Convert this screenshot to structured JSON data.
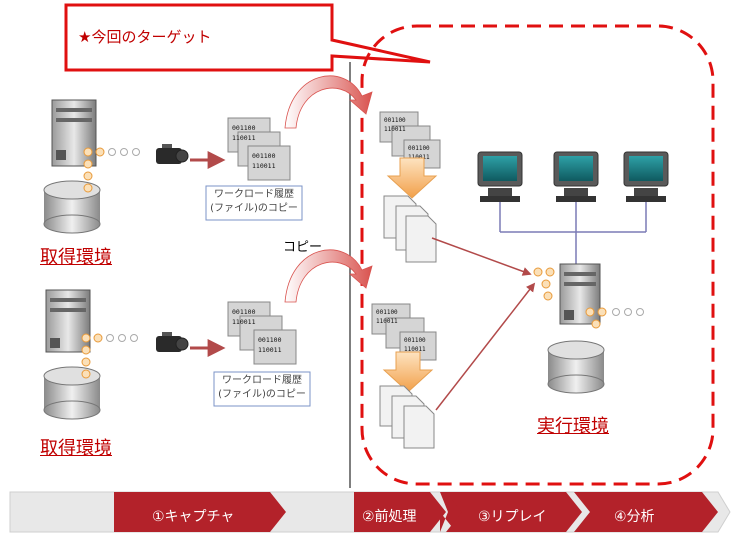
{
  "callout": {
    "star": "★",
    "text": "今回のターゲット"
  },
  "copy_label": "コピー",
  "capture_envs": [
    {
      "label": "取得環境",
      "caption_line1": "ワークロード履歴",
      "caption_line2": "(ファイル)のコピー"
    },
    {
      "label": "取得環境",
      "caption_line1": "ワークロード履歴",
      "caption_line2": "(ファイル)のコピー"
    }
  ],
  "exec_env_label": "実行環境",
  "binary_lines": [
    "001100",
    "110011",
    "001100",
    "110011"
  ],
  "stages": [
    {
      "label": "①キャプチャ"
    },
    {
      "label": "②前処理"
    },
    {
      "label": "③リプレイ"
    },
    {
      "label": "④分析"
    }
  ],
  "colors": {
    "accent": "#c00000",
    "stage_red": "#b3222a",
    "stage_gray": "#e6e6e6",
    "monitor_teal": "#1e7a80",
    "line_purple": "#7b7bb5"
  }
}
